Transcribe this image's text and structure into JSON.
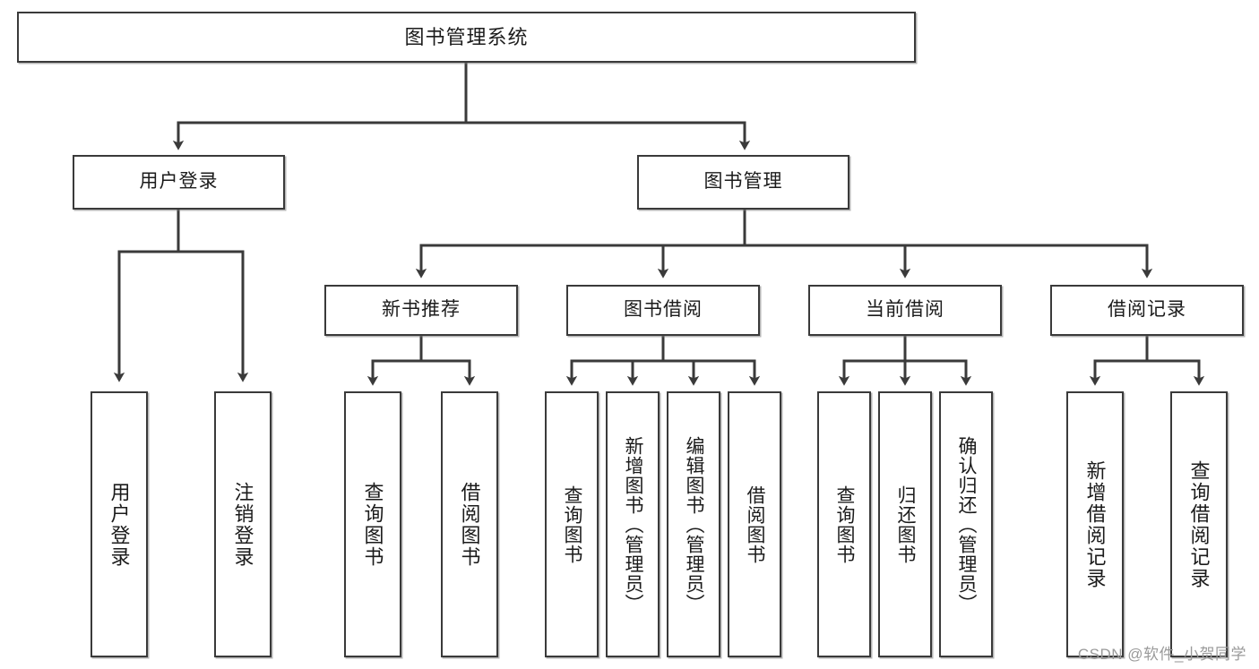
{
  "diagram": {
    "type": "tree",
    "title": "图书管理系统",
    "colors": {
      "box_border": "#3a3a3a",
      "box_fill": "#ffffff",
      "connector": "#3a3a3a",
      "text": "#1b1b1b",
      "watermark": "#9a9a9a"
    },
    "watermark": "CSDN @软件_小贺同学",
    "nodes": {
      "root": {
        "label": "图书管理系统",
        "level": 1
      },
      "user_login": {
        "label": "用户登录",
        "level": 2
      },
      "book_manage": {
        "label": "图书管理",
        "level": 2
      },
      "new_book_rec": {
        "label": "新书推荐",
        "level": 3
      },
      "book_borrow": {
        "label": "图书借阅",
        "level": 3
      },
      "current_borrow": {
        "label": "当前借阅",
        "level": 3
      },
      "borrow_record": {
        "label": "借阅记录",
        "level": 3
      },
      "leaf_user_login": {
        "label": "用户登录",
        "level": 3
      },
      "leaf_logout": {
        "label": "注销登录",
        "level": 3
      },
      "leaf_query_book_1": {
        "label": "查询图书",
        "level": 4
      },
      "leaf_borrow_book_1": {
        "label": "借阅图书",
        "level": 4
      },
      "leaf_query_book_2": {
        "label": "查询图书",
        "level": 4
      },
      "leaf_add_book": {
        "label": "新增图书（管理员）",
        "level": 4
      },
      "leaf_edit_book": {
        "label": "编辑图书（管理员）",
        "level": 4
      },
      "leaf_borrow_book_2": {
        "label": "借阅图书",
        "level": 4
      },
      "leaf_query_book_3": {
        "label": "查询图书",
        "level": 4
      },
      "leaf_return_book": {
        "label": "归还图书",
        "level": 4
      },
      "leaf_confirm_return": {
        "label": "确认归还（管理员）",
        "level": 4
      },
      "leaf_add_record": {
        "label": "新增借阅记录",
        "level": 4
      },
      "leaf_query_record": {
        "label": "查询借阅记录",
        "level": 4
      }
    },
    "edges": [
      {
        "from": "root",
        "to": "user_login"
      },
      {
        "from": "root",
        "to": "book_manage"
      },
      {
        "from": "user_login",
        "to": "leaf_user_login"
      },
      {
        "from": "user_login",
        "to": "leaf_logout"
      },
      {
        "from": "book_manage",
        "to": "new_book_rec"
      },
      {
        "from": "book_manage",
        "to": "book_borrow"
      },
      {
        "from": "book_manage",
        "to": "current_borrow"
      },
      {
        "from": "book_manage",
        "to": "borrow_record"
      },
      {
        "from": "new_book_rec",
        "to": "leaf_query_book_1"
      },
      {
        "from": "new_book_rec",
        "to": "leaf_borrow_book_1"
      },
      {
        "from": "book_borrow",
        "to": "leaf_query_book_2"
      },
      {
        "from": "book_borrow",
        "to": "leaf_add_book"
      },
      {
        "from": "book_borrow",
        "to": "leaf_edit_book"
      },
      {
        "from": "book_borrow",
        "to": "leaf_borrow_book_2"
      },
      {
        "from": "current_borrow",
        "to": "leaf_query_book_3"
      },
      {
        "from": "current_borrow",
        "to": "leaf_return_book"
      },
      {
        "from": "current_borrow",
        "to": "leaf_confirm_return"
      },
      {
        "from": "borrow_record",
        "to": "leaf_add_record"
      },
      {
        "from": "borrow_record",
        "to": "leaf_query_record"
      }
    ]
  }
}
